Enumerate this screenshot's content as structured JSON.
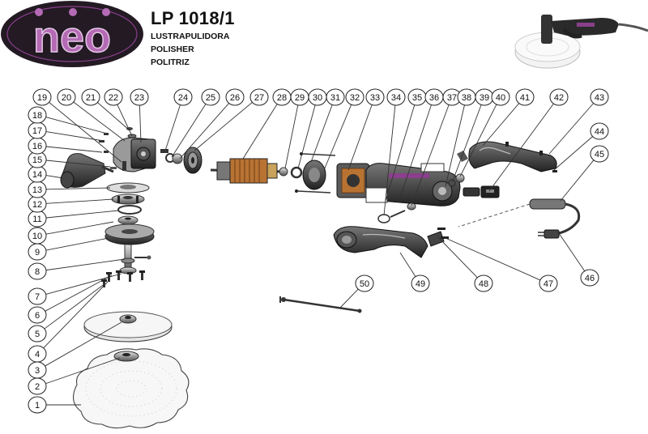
{
  "header": {
    "brand": "neo",
    "model": "LP 1018/1",
    "descriptions": [
      "LUSTRAPULIDORA",
      "POLISHER",
      "POLITRIZ"
    ]
  },
  "parts": [
    "1",
    "2",
    "3",
    "4",
    "5",
    "6",
    "7",
    "8",
    "9",
    "10",
    "11",
    "12",
    "13",
    "14",
    "15",
    "16",
    "17",
    "18",
    "19",
    "20",
    "21",
    "22",
    "23",
    "24",
    "25",
    "26",
    "27",
    "28",
    "29",
    "30",
    "31",
    "32",
    "33",
    "34",
    "35",
    "36",
    "37",
    "38",
    "39",
    "40",
    "41",
    "42",
    "43",
    "44",
    "45",
    "46",
    "47",
    "48",
    "49",
    "50"
  ],
  "colors": {
    "brand_purple": "#8b3f8c",
    "logo_bg": "#231a23",
    "line": "#333333"
  }
}
